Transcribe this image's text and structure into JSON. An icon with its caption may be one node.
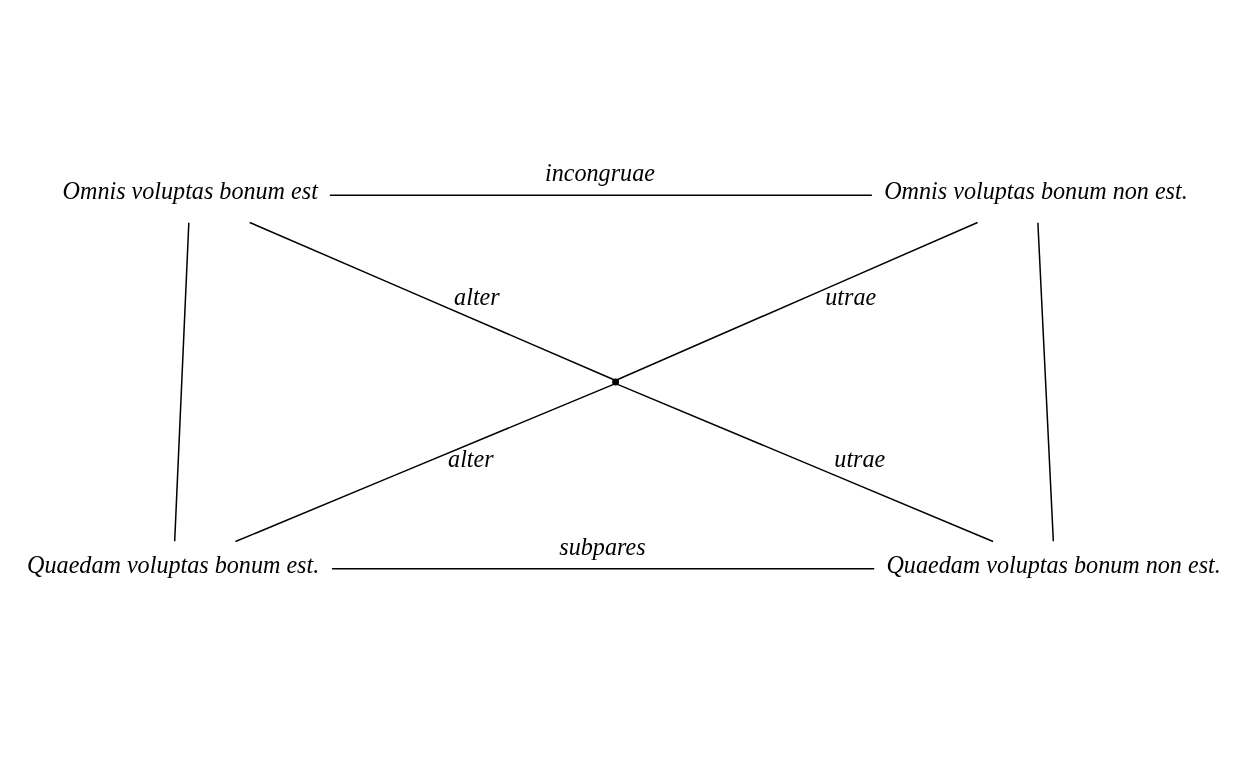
{
  "diagram": {
    "nodes": [
      {
        "text": [
          "Omnis voluptas bonum est"
        ]
      },
      {
        "text": [
          "Omnis voluptas bonum non est."
        ]
      },
      {
        "text": [
          "Quaedam voluptas bonum est."
        ]
      },
      {
        "text": [
          "Quaedam voluptas bonum non est."
        ]
      },
      {
        "text": [],
        "shape": "point"
      }
    ],
    "edges": [
      {
        "from": 0,
        "to": 1,
        "arrow": "none",
        "label": "incongruae"
      },
      {
        "from": 0,
        "to": 2,
        "arrow": "none"
      },
      {
        "from": 1,
        "to": 3,
        "arrow": "none"
      },
      {
        "from": 0,
        "to": 4,
        "arrow": "none",
        "label": "alter"
      },
      {
        "from": 1,
        "to": 4,
        "arrow": "none",
        "label": "utrae"
      },
      {
        "from": 4,
        "to": 2,
        "arrow": "none",
        "label": "alter"
      },
      {
        "from": 4,
        "to": 3,
        "arrow": "none",
        "label": "utrae"
      },
      {
        "from": 2,
        "to": 3,
        "arrow": "none",
        "label": "subpares"
      }
    ]
  }
}
